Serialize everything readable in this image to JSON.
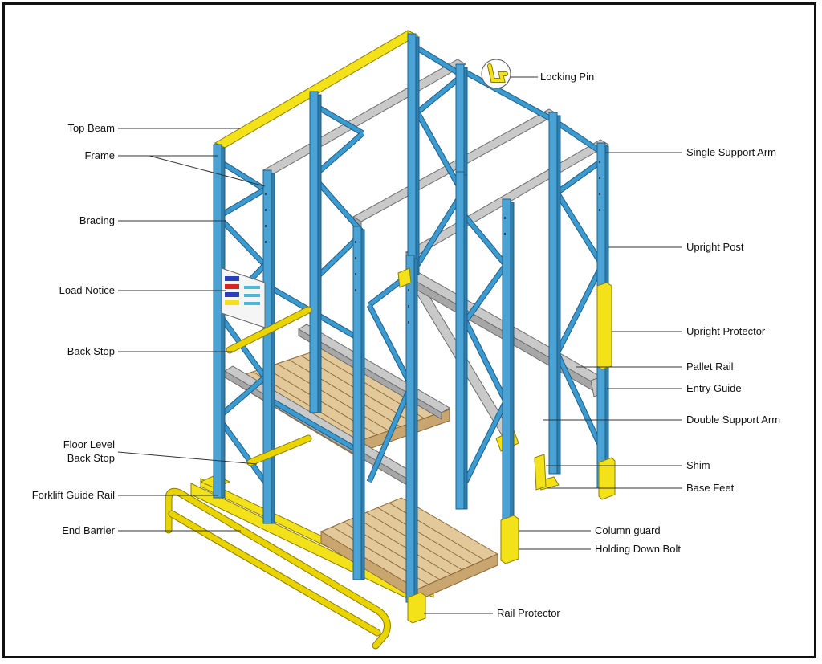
{
  "labels": {
    "top_beam": "Top Beam",
    "frame": "Frame",
    "bracing": "Bracing",
    "load_notice": "Load Notice",
    "back_stop": "Back Stop",
    "floor_level_back_stop_1": "Floor Level",
    "floor_level_back_stop_2": "Back Stop",
    "forklift_guide_rail": "Forklift Guide Rail",
    "end_barrier": "End Barrier",
    "locking_pin": "Locking Pin",
    "single_support_arm": "Single Support Arm",
    "upright_post": "Upright Post",
    "upright_protector": "Upright Protector",
    "pallet_rail": "Pallet Rail",
    "entry_guide": "Entry Guide",
    "double_support_arm": "Double Support Arm",
    "shim": "Shim",
    "base_feet": "Base Feet",
    "column_guard": "Column guard",
    "holding_down_bolt": "Holding Down Bolt",
    "rail_protector": "Rail Protector"
  },
  "colors": {
    "upright_blue": "#4aa3d4",
    "safety_yellow": "#f3e21a",
    "rail_grey": "#c9c9c9",
    "pallet_wood": "#e3c89a",
    "border": "#111111"
  },
  "icons": {
    "locking_pin": "locking-pin-icon",
    "load_notice_sign": "load-notice-sign-icon"
  }
}
